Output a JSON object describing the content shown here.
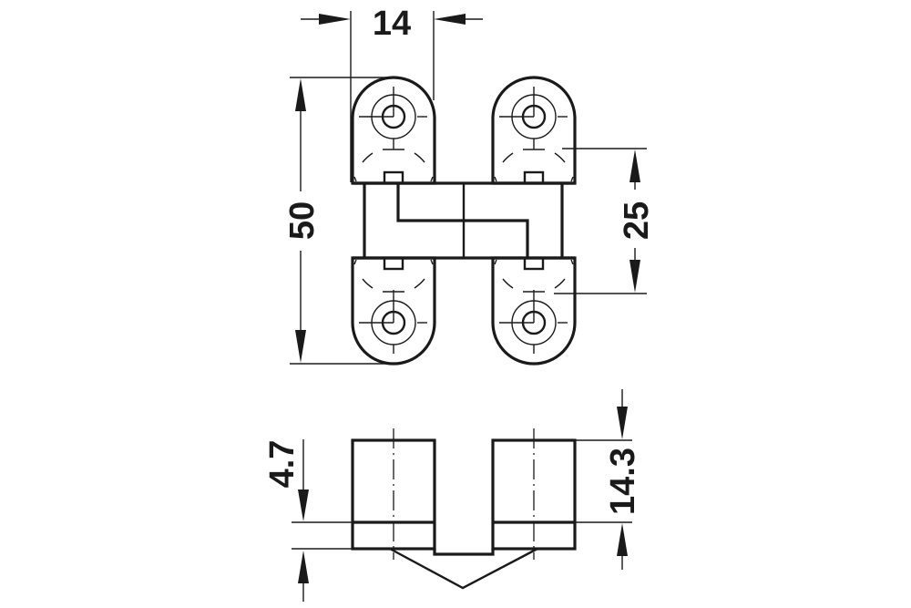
{
  "drawing": {
    "subject": "Concealed hinge technical drawing",
    "views": [
      "top-view",
      "side-view"
    ],
    "line_color": "#1a1a1a",
    "background": "#ffffff"
  },
  "dimensions": {
    "width": {
      "label": "14",
      "value": 14,
      "unit": "mm",
      "orientation": "horizontal"
    },
    "overall_length": {
      "label": "50",
      "value": 50,
      "unit": "mm",
      "orientation": "vertical"
    },
    "hole_spacing": {
      "label": "25",
      "value": 25,
      "unit": "mm",
      "orientation": "vertical"
    },
    "leaf_offset": {
      "label": "4.7",
      "value": 4.7,
      "unit": "mm",
      "orientation": "vertical"
    },
    "mortise_depth": {
      "label": "14.3",
      "value": 14.3,
      "unit": "mm",
      "orientation": "vertical"
    }
  }
}
